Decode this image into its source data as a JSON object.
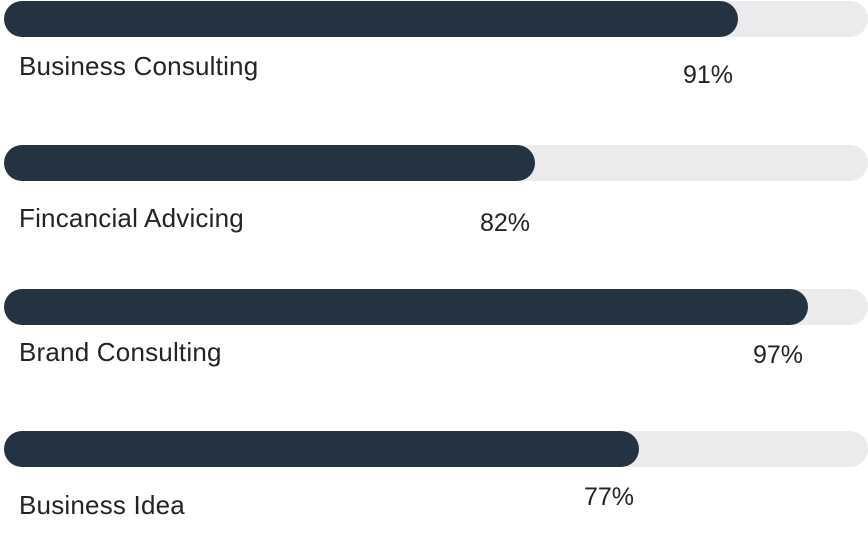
{
  "skills": [
    {
      "label": "Business Consulting",
      "percent_label": "91%",
      "level": 0.85
    },
    {
      "label": "Fincancial Advicing",
      "percent_label": "82%",
      "level": 0.615
    },
    {
      "label": "Brand Consulting",
      "percent_label": "97%",
      "level": 0.93
    },
    {
      "label": "Business Idea",
      "percent_label": "77%",
      "level": 0.735
    }
  ],
  "colors": {
    "fill": "#233342",
    "track": "#ebebed",
    "text": "#232323"
  }
}
